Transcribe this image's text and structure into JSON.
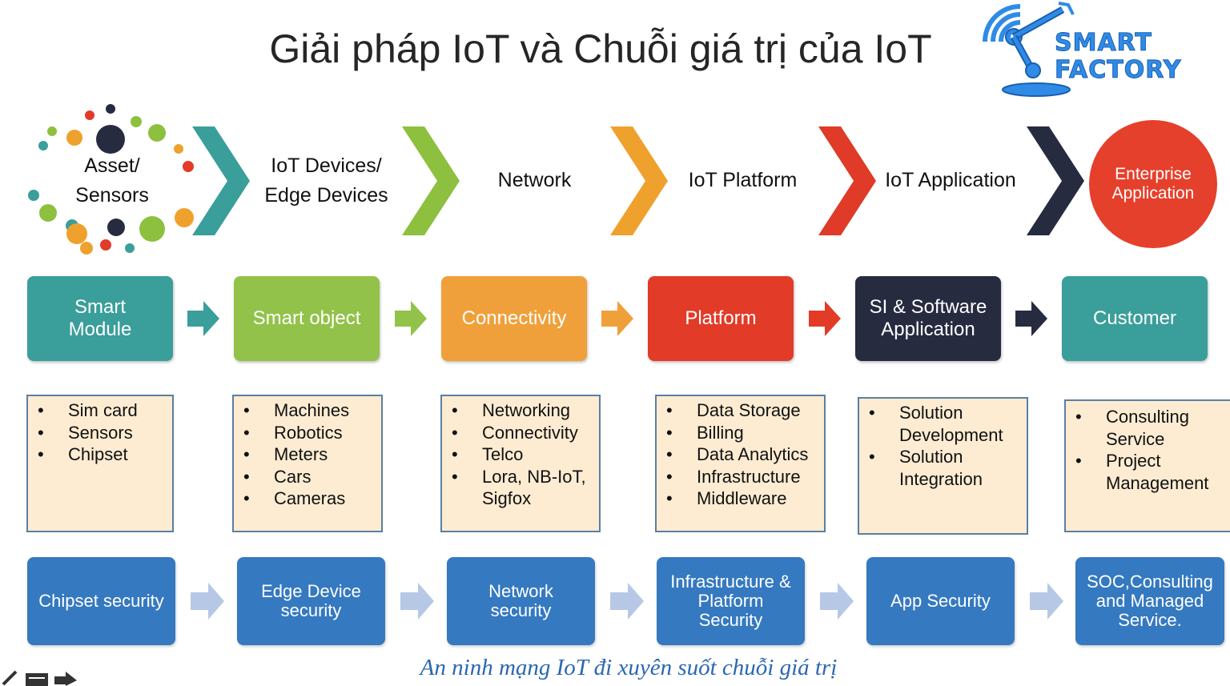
{
  "title": "Giải pháp IoT và Chuỗi giá trị của IoT",
  "logo": {
    "line1": "SMART",
    "line2": "FACTORY",
    "color": "#2f8be6"
  },
  "stages": [
    {
      "line1": "Asset/",
      "line2": "Sensors"
    },
    {
      "line1": "IoT Devices/",
      "line2": "Edge Devices"
    },
    {
      "line1": "Network",
      "line2": ""
    },
    {
      "line1": "IoT Platform",
      "line2": ""
    },
    {
      "line1": "IoT Application",
      "line2": ""
    },
    {
      "line1": "Enterprise",
      "line2": "Application"
    }
  ],
  "chevron_colors": [
    "#3a9e9a",
    "#8dc03f",
    "#efa12e",
    "#e03a28",
    "#262b40"
  ],
  "enterprise_circle_color": "#e5402b",
  "segments": [
    {
      "label": "Smart Module",
      "color": "#3a9e9a",
      "items": [
        "Sim card",
        "Sensors",
        "Chipset"
      ]
    },
    {
      "label": "Smart object",
      "color": "#92c249",
      "items": [
        "Machines",
        "Robotics",
        "Meters",
        "Cars",
        "Cameras"
      ]
    },
    {
      "label": "Connectivity",
      "color": "#f0a03a",
      "items": [
        "Networking",
        "Connectivity",
        "Telco",
        "Lora, NB-IoT, Sigfox"
      ]
    },
    {
      "label": "Platform",
      "color": "#e23b28",
      "items": [
        "Data Storage",
        "Billing",
        "Data Analytics",
        "Infrastructure",
        "Middleware"
      ]
    },
    {
      "label": "SI & Software Application",
      "color": "#262b40",
      "items": [
        "Solution Development",
        "Solution Integration"
      ]
    },
    {
      "label": "Customer",
      "color": "#3a9e9a",
      "items": [
        "Consulting Service",
        "Project Management"
      ]
    }
  ],
  "security": [
    "Chipset security",
    "Edge Device security",
    "Network security",
    "Infrastructure & Platform Security",
    "App Security",
    "SOC,Consulting and Managed Service."
  ],
  "security_color": "#3579c0",
  "footer": "An ninh mạng IoT đi xuyên suốt chuỗi giá trị"
}
